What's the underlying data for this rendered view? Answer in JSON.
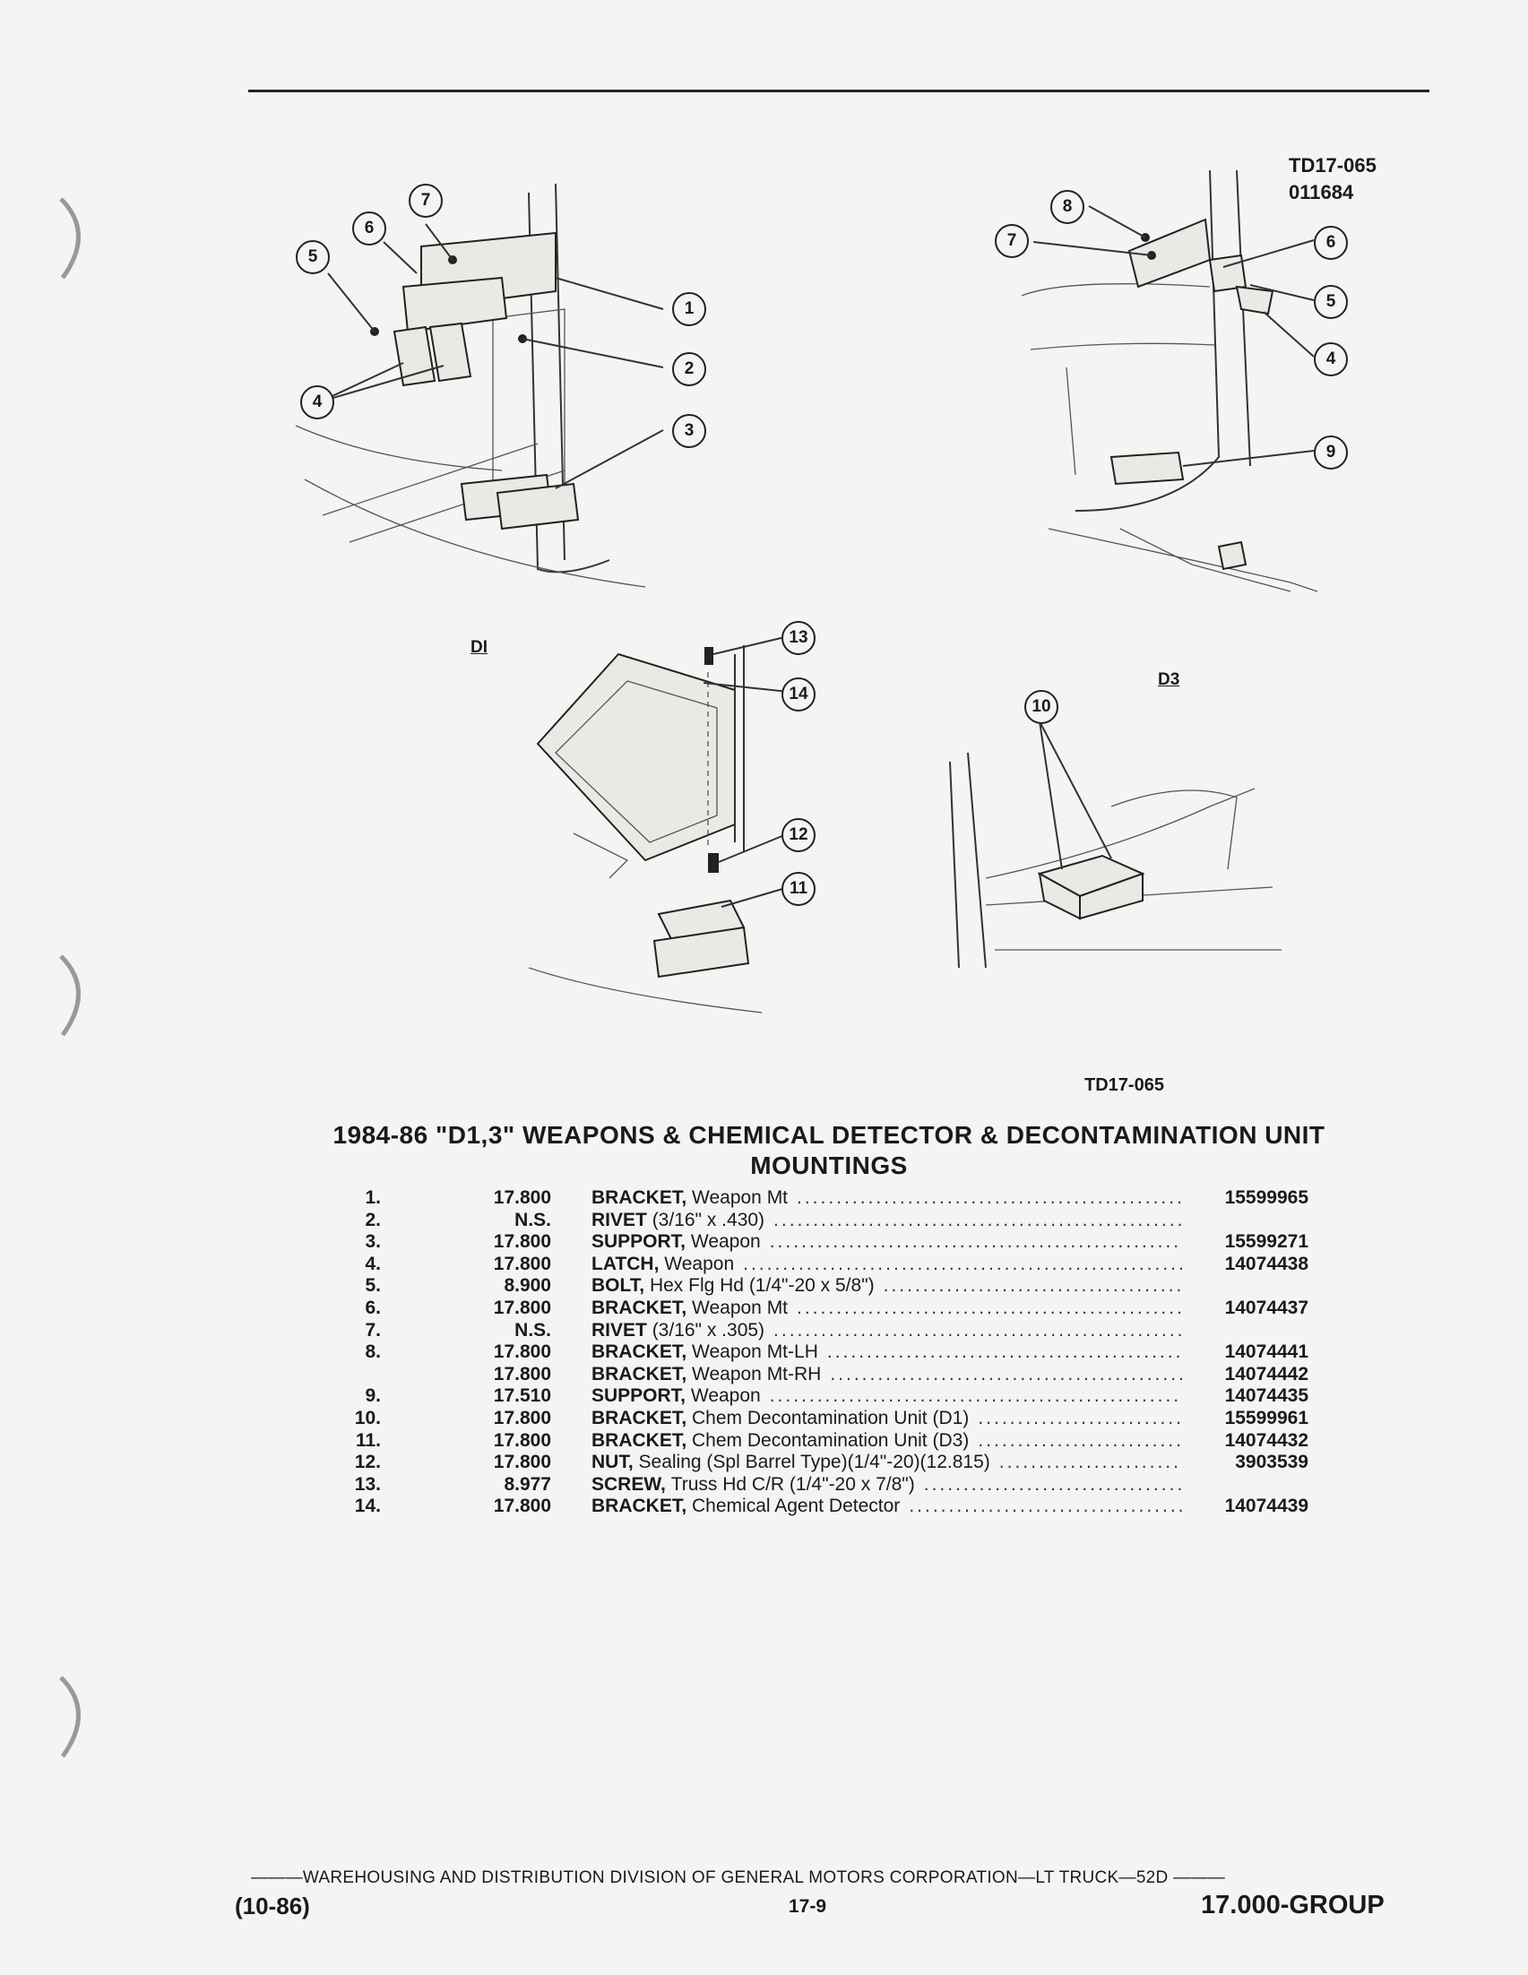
{
  "figure": {
    "ref_top": "TD17-065",
    "ref_code": "011684",
    "ref_bottom": "TD17-065",
    "view_d1": "DI",
    "view_d3": "D3",
    "callouts_upper_left": [
      "7",
      "6",
      "5",
      "1",
      "2",
      "4",
      "3"
    ],
    "callouts_upper_right": [
      "8",
      "7",
      "6",
      "5",
      "4",
      "9"
    ],
    "callouts_lower_left": [
      "13",
      "14",
      "12",
      "11"
    ],
    "callouts_lower_right": [
      "10"
    ]
  },
  "title": "1984-86 \"D1,3\" WEAPONS & CHEMICAL DETECTOR & DECONTAMINATION UNIT MOUNTINGS",
  "parts": [
    {
      "num": "1.",
      "group": "17.800",
      "name": "BRACKET,",
      "detail": "Weapon Mt",
      "part_no": "15599965"
    },
    {
      "num": "2.",
      "group": "N.S.",
      "name": "RIVET",
      "detail": "(3/16\" x .430)",
      "part_no": ""
    },
    {
      "num": "3.",
      "group": "17.800",
      "name": "SUPPORT,",
      "detail": "Weapon",
      "part_no": "15599271"
    },
    {
      "num": "4.",
      "group": "17.800",
      "name": "LATCH,",
      "detail": "Weapon",
      "part_no": "14074438"
    },
    {
      "num": "5.",
      "group": "8.900",
      "name": "BOLT,",
      "detail": "Hex Flg Hd (1/4\"-20 x 5/8\")",
      "part_no": ""
    },
    {
      "num": "6.",
      "group": "17.800",
      "name": "BRACKET,",
      "detail": "Weapon Mt",
      "part_no": "14074437"
    },
    {
      "num": "7.",
      "group": "N.S.",
      "name": "RIVET",
      "detail": "(3/16\" x .305)",
      "part_no": ""
    },
    {
      "num": "8.",
      "group": "17.800",
      "name": "BRACKET,",
      "detail": "Weapon Mt-LH",
      "part_no": "14074441"
    },
    {
      "num": "",
      "group": "17.800",
      "name": "BRACKET,",
      "detail": "Weapon Mt-RH",
      "part_no": "14074442"
    },
    {
      "num": "9.",
      "group": "17.510",
      "name": "SUPPORT,",
      "detail": "Weapon",
      "part_no": "14074435"
    },
    {
      "num": "10.",
      "group": "17.800",
      "name": "BRACKET,",
      "detail": "Chem Decontamination Unit (D1)",
      "part_no": "15599961"
    },
    {
      "num": "11.",
      "group": "17.800",
      "name": "BRACKET,",
      "detail": "Chem Decontamination Unit (D3)",
      "part_no": "14074432"
    },
    {
      "num": "12.",
      "group": "17.800",
      "name": "NUT,",
      "detail": "Sealing (Spl Barrel Type)(1/4\"-20)(12.815)",
      "part_no": "3903539"
    },
    {
      "num": "13.",
      "group": "8.977",
      "name": "SCREW,",
      "detail": "Truss Hd C/R (1/4\"-20 x 7/8\")",
      "part_no": ""
    },
    {
      "num": "14.",
      "group": "17.800",
      "name": "BRACKET,",
      "detail": "Chemical Agent Detector",
      "part_no": "14074439"
    }
  ],
  "footer": {
    "line": "———WAREHOUSING AND DISTRIBUTION DIVISION OF GENERAL MOTORS CORPORATION—LT TRUCK—52D ———",
    "date": "(10-86)",
    "page": "17-9",
    "group": "17.000-GROUP"
  }
}
